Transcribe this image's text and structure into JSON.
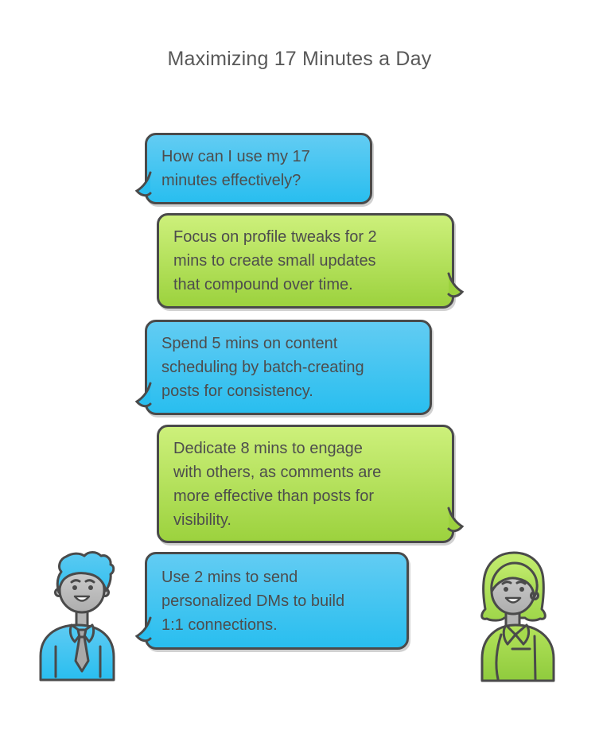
{
  "title": "Maximizing 17 Minutes a Day",
  "conversation": {
    "messages": [
      {
        "speaker": "him",
        "bubble_color": "blue",
        "text": "How can I use my 17\nminutes effectively?"
      },
      {
        "speaker": "her",
        "bubble_color": "green",
        "text": "Focus on profile tweaks for 2\nmins to create small updates\nthat compound over time."
      },
      {
        "speaker": "him",
        "bubble_color": "blue",
        "text": "Spend 5 mins on content\nscheduling by batch-creating\nposts for consistency."
      },
      {
        "speaker": "her",
        "bubble_color": "green",
        "text": "Dedicate 8 mins to engage\nwith others, as comments are\nmore effective than posts for\nvisibility."
      },
      {
        "speaker": "him",
        "bubble_color": "blue",
        "text": "Use 2 mins to send\npersonalized DMs to build\n1:1 connections."
      }
    ]
  },
  "avatars": {
    "left": {
      "name": "man-avatar",
      "description": "man with blue hair, blue shirt and gray tie"
    },
    "right": {
      "name": "woman-avatar",
      "description": "woman with green bob haircut and green blouse"
    }
  },
  "colors": {
    "bubble_blue_top": "#62CCF3",
    "bubble_blue_bottom": "#29BEEF",
    "bubble_green_top": "#CDF07B",
    "bubble_green_bottom": "#9CD23E",
    "outline": "#4A4A4A",
    "bubble_text": "#4D4D4D",
    "title_text": "#595959",
    "skin_gray_top": "#CFCFCF",
    "skin_gray_bottom": "#ADADAD",
    "tie_gray": "#A9A9A9",
    "background": "#FFFFFF"
  }
}
